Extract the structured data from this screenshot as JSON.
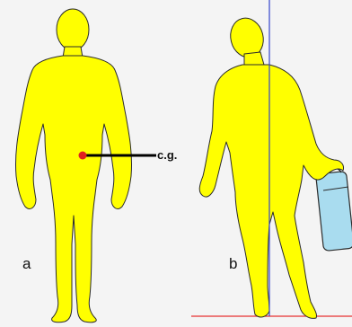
{
  "panels": {
    "a": {
      "letter": "a"
    },
    "b": {
      "letter": "b"
    }
  },
  "cg": {
    "label": "c.g."
  },
  "colors": {
    "background": "#f4f4f4",
    "body_fill": "#ffff00",
    "outline": "#2b2b2b",
    "cg_marker": "#e02020",
    "pointer": "#000000",
    "vertical_line": "#3344cc",
    "ground_line": "#e63030",
    "suitcase_fill": "#a9dcef"
  }
}
